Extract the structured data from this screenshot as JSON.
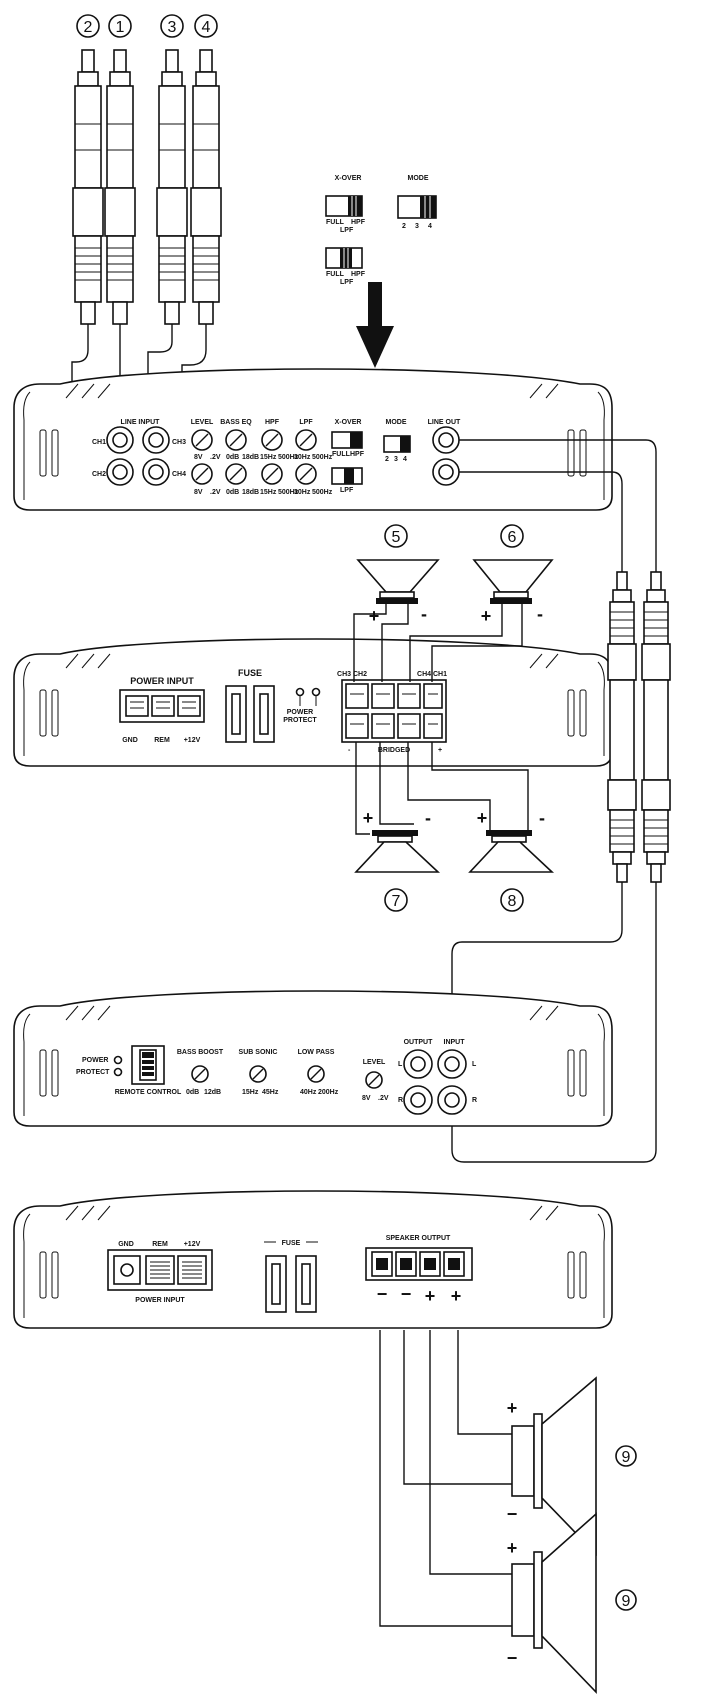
{
  "callouts": [
    "1",
    "2",
    "3",
    "4",
    "5",
    "6",
    "7",
    "8",
    "9",
    "9"
  ],
  "inset": {
    "xover_title": "X-OVER",
    "mode_title": "MODE",
    "full": "FULL",
    "lpf": "LPF",
    "hpf": "HPF",
    "mode_opts": [
      "2",
      "3",
      "4"
    ]
  },
  "amp1": {
    "line_input": "LINE INPUT",
    "ch1": "CH1",
    "ch2": "CH2",
    "ch3": "CH3",
    "ch4": "CH4",
    "knobs": [
      "LEVEL",
      "BASS EQ",
      "HPF",
      "LPF"
    ],
    "knob_min": [
      "8V",
      "0dB",
      "15Hz",
      "30Hz"
    ],
    "knob_max": [
      ".2V",
      "18dB",
      "500Hz",
      "500Hz"
    ],
    "xover": "X-OVER",
    "xover_full": "FULL",
    "xover_hpf": "HPF",
    "xover_lpf": "LPF",
    "mode": "MODE",
    "line_out": "LINE OUT"
  },
  "amp2": {
    "power_input": "POWER INPUT",
    "gnd": "GND",
    "rem": "REM",
    "plus12v": "+12V",
    "fuse": "FUSE",
    "power": "POWER",
    "protect": "PROTECT",
    "ch_left": "CH3 CH2",
    "ch_right": "CH4 CH1",
    "bridged": "BRIDGED",
    "minus": "-",
    "plus": "+"
  },
  "amp3": {
    "power": "POWER",
    "protect": "PROTECT",
    "remote_control": "REMOTE CONTROL",
    "knobs": [
      "BASS BOOST",
      "SUB SONIC",
      "LOW PASS",
      "LEVEL"
    ],
    "knob_min": [
      "0dB",
      "15Hz",
      "40Hz",
      "8V"
    ],
    "knob_max": [
      "12dB",
      "45Hz",
      "200Hz",
      ".2V"
    ],
    "output": "OUTPUT",
    "input": "INPUT",
    "l": "L",
    "r": "R"
  },
  "amp4": {
    "gnd": "GND",
    "rem": "REM",
    "plus12v": "+12V",
    "power_input": "POWER INPUT",
    "fuse": "FUSE",
    "speaker_output": "SPEAKER OUTPUT"
  },
  "speaker_signs": {
    "plus": "+",
    "minus": "−"
  }
}
